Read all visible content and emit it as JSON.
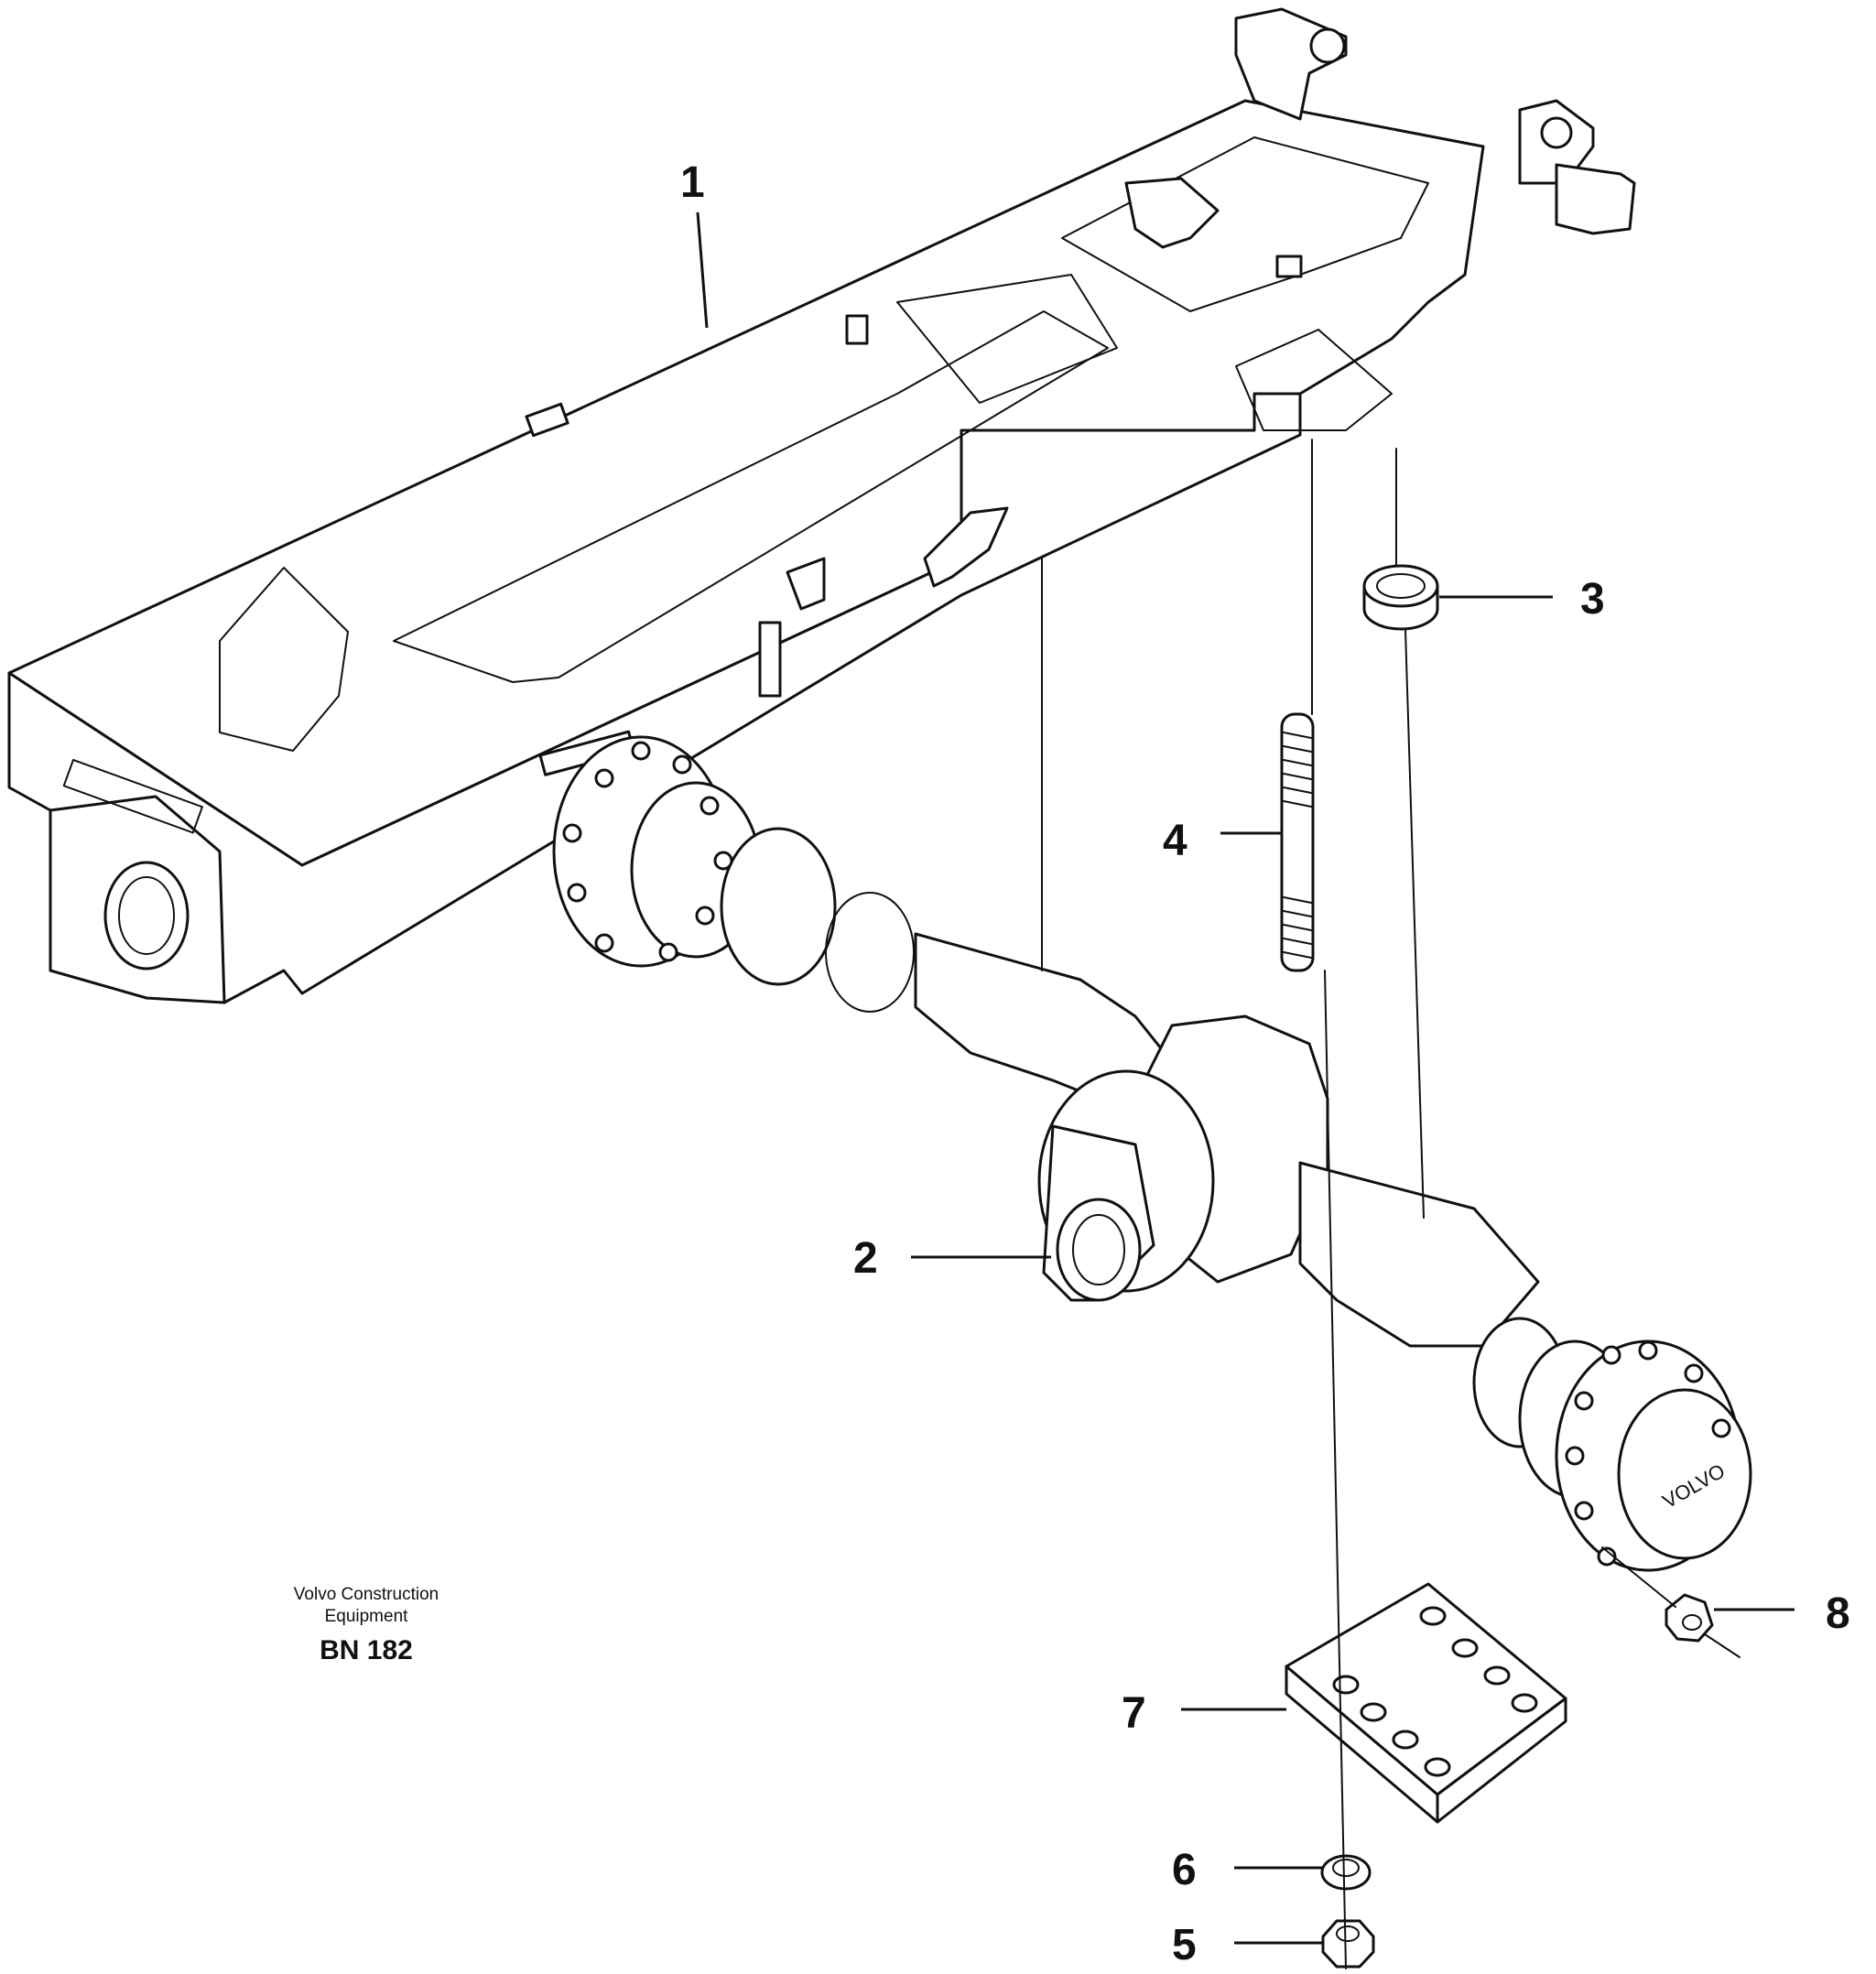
{
  "drawing": {
    "parts": [
      {
        "ref": "1"
      },
      {
        "ref": "2"
      },
      {
        "ref": "3"
      },
      {
        "ref": "4"
      },
      {
        "ref": "5"
      },
      {
        "ref": "6"
      },
      {
        "ref": "7"
      },
      {
        "ref": "8"
      }
    ],
    "hub_marking": "VOLVO",
    "caption": {
      "line1": "Volvo Construction",
      "line2": "Equipment",
      "code": "BN 182"
    }
  }
}
